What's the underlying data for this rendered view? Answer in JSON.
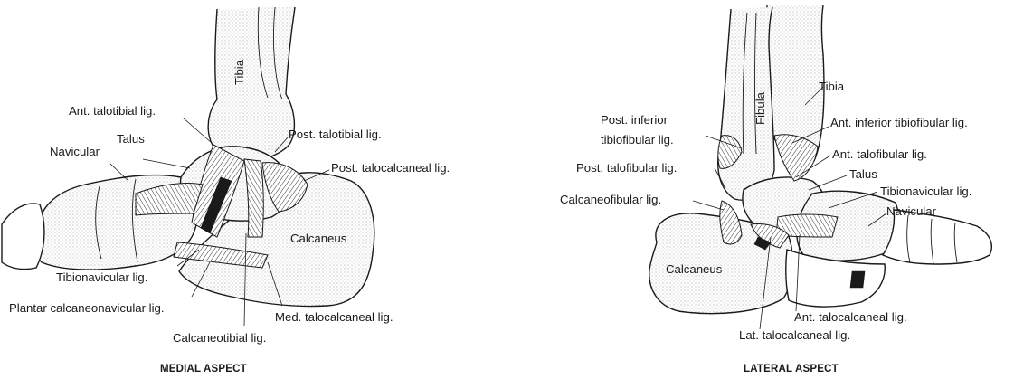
{
  "medial": {
    "caption": "MEDIAL ASPECT",
    "labels": {
      "tibia": "Tibia",
      "ant_talotibial": "Ant. talotibial lig.",
      "talus": "Talus",
      "navicular": "Navicular",
      "post_talotibial": "Post. talotibial lig.",
      "post_talocalcaneal": "Post. talocalcaneal lig.",
      "calcaneus": "Calcaneus",
      "tibionavicular": "Tibionavicular lig.",
      "plantar_calcaneonavicular": "Plantar calcaneonavicular lig.",
      "med_talocalcaneal": "Med. talocalcaneal lig.",
      "calcaneotibial": "Calcaneotibial lig."
    }
  },
  "lateral": {
    "caption": "LATERAL ASPECT",
    "labels": {
      "tibia": "Tibia",
      "fibula": "Fibula",
      "post_inferior_1": "Post. inferior",
      "post_inferior_2": "tibiofibular lig.",
      "ant_inferior_tibiofibular": "Ant. inferior tibiofibular lig.",
      "ant_talofibular": "Ant. talofibular lig.",
      "post_talofibular": "Post. talofibular lig.",
      "talus": "Talus",
      "tibionavicular": "Tibionavicular lig.",
      "calcaneofibular": "Calcaneofibular lig.",
      "navicular": "Navicular",
      "calcaneus": "Calcaneus",
      "ant_talocalcaneal": "Ant. talocalcaneal lig.",
      "lat_talocalcaneal": "Lat. talocalcaneal lig."
    }
  }
}
